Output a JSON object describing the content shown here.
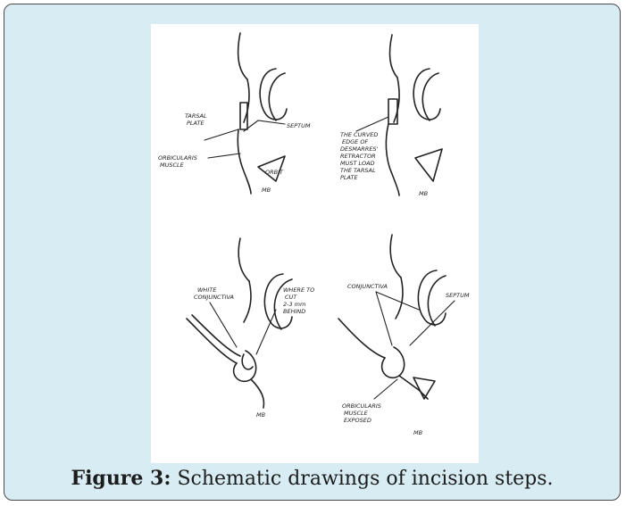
{
  "caption": {
    "label": "Figure 3:",
    "text": " Schematic drawings of incision steps."
  },
  "panels": {
    "top_left": {
      "labels": [
        "TARSAL",
        "PLATE",
        "SEPTUM",
        "ORBICULARIS",
        "MUSCLE",
        "ORBIT"
      ],
      "signature": "MB"
    },
    "top_right": {
      "labels": [
        "THE CURVED",
        "EDGE OF",
        "DESMARRES'",
        "RETRACTOR",
        "MUST LOAD",
        "THE TARSAL",
        "PLATE"
      ],
      "signature": "MB"
    },
    "bottom_left": {
      "labels": [
        "WHITE",
        "CONJUNCTIVA",
        "WHERE TO",
        "CUT",
        "2-3 mm",
        "BEHIND"
      ],
      "signature": "MB"
    },
    "bottom_right": {
      "labels": [
        "CONJUNCTIVA",
        "SEPTUM",
        "ORBICULARIS",
        "MUSCLE",
        "EXPOSED"
      ],
      "signature": "MB"
    }
  }
}
